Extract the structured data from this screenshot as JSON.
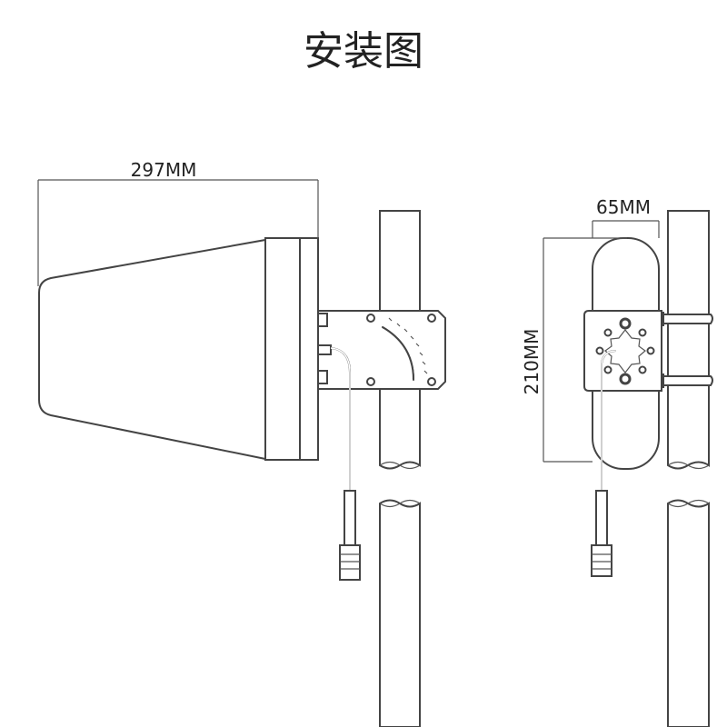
{
  "title": "安装图",
  "dimensions": {
    "length": "297MM",
    "width": "65MM",
    "height": "210MM"
  }
}
